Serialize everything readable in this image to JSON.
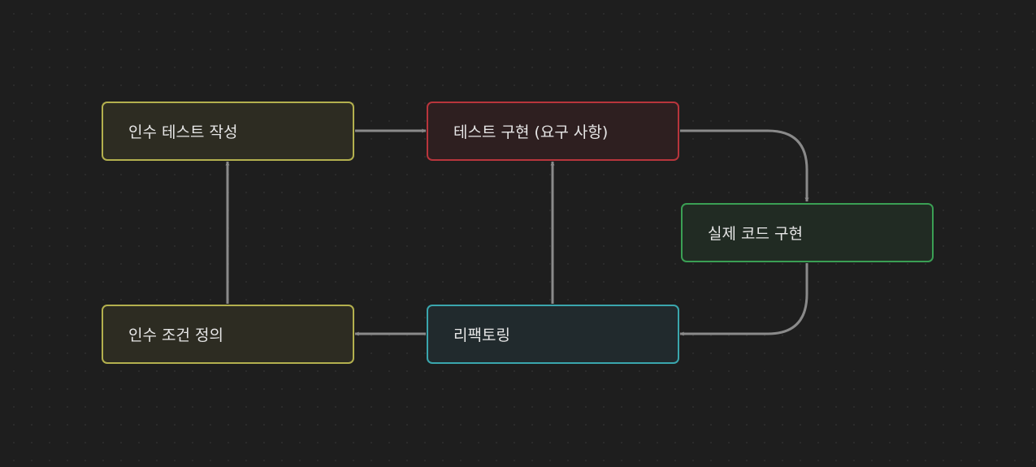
{
  "nodes": {
    "write_acceptance_test": {
      "label": "인수 테스트 작성",
      "border": "#b3b04e",
      "fill": "#2d2c22"
    },
    "implement_test": {
      "label": "테스트 구현 (요구 사항)",
      "border": "#b8353c",
      "fill": "#2e1f20"
    },
    "implement_code": {
      "label": "실제 코드 구현",
      "border": "#3a9f54",
      "fill": "#212b23"
    },
    "define_acceptance_criteria": {
      "label": "인수 조건 정의",
      "border": "#b3b04e",
      "fill": "#2d2c22"
    },
    "refactoring": {
      "label": "리팩토링",
      "border": "#3aa6ad",
      "fill": "#212a2d"
    }
  },
  "edge_color": "#8a8a8a"
}
